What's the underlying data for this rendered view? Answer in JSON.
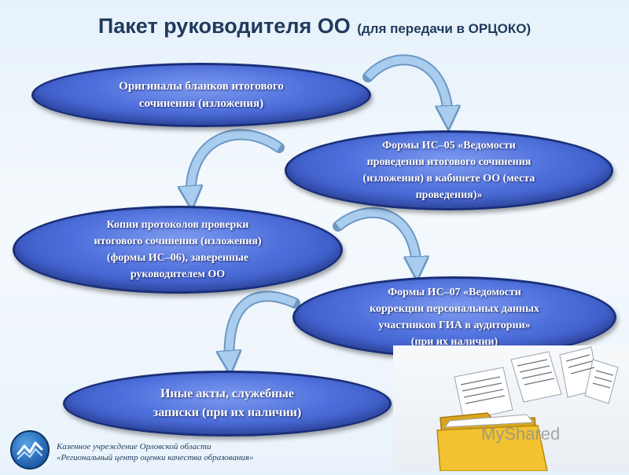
{
  "title": {
    "main": "Пакет руководителя ОО",
    "sub": "(для передачи в ОРЦОКО)"
  },
  "items": [
    "Оригиналы бланков итогового\nсочинения (изложения)",
    "Формы ИС–05 «Ведомости\nпроведения итогового сочинения\n(изложения) в кабинете ОО (места\nпроведения)»",
    "Копии протоколов проверки\nитогового сочинения (изложения)\n(формы ИС–06), заверенные\nруководителем ОО",
    "Формы ИС–07 «Ведомости\nкоррекции персональных данных\nучастников ГИА в аудитории»\n(при их наличии)",
    "Иные акты, служебные\nзаписки (при их наличии)"
  ],
  "footer": {
    "line1": "Казенное учреждение Орловской области",
    "line2": "«Региональный центр оценки качества образования»"
  },
  "watermark": "MyShared",
  "colors": {
    "ellipse_fill": "#4f70dc",
    "ellipse_border": "#1a2f78",
    "arrow": "#a9cdee",
    "title": "#1f3a5c"
  }
}
